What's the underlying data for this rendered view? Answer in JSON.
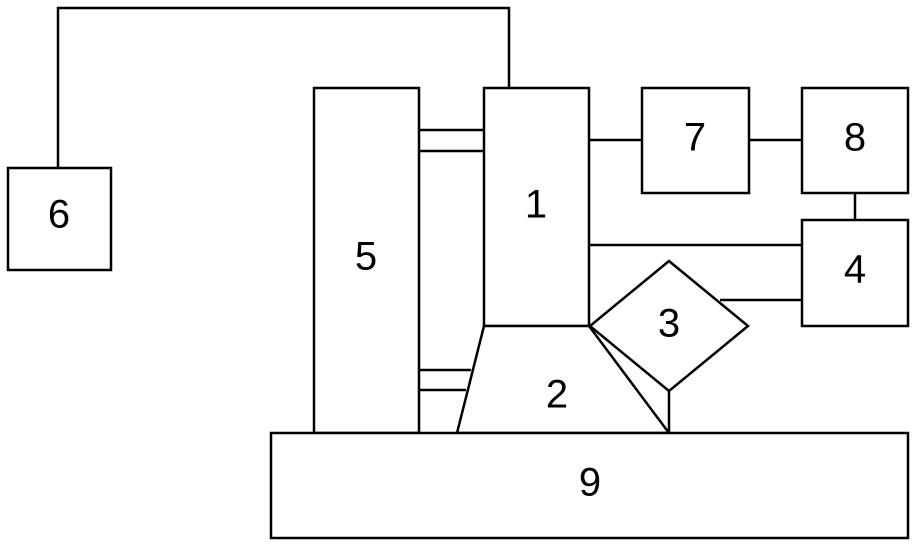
{
  "diagram": {
    "blocks": {
      "b1": "1",
      "b2": "2",
      "b3": "3",
      "b4": "4",
      "b5": "5",
      "b6": "6",
      "b7": "7",
      "b8": "8",
      "b9": "9"
    },
    "colors": {
      "stroke": "#000000",
      "fill": "#ffffff"
    }
  }
}
